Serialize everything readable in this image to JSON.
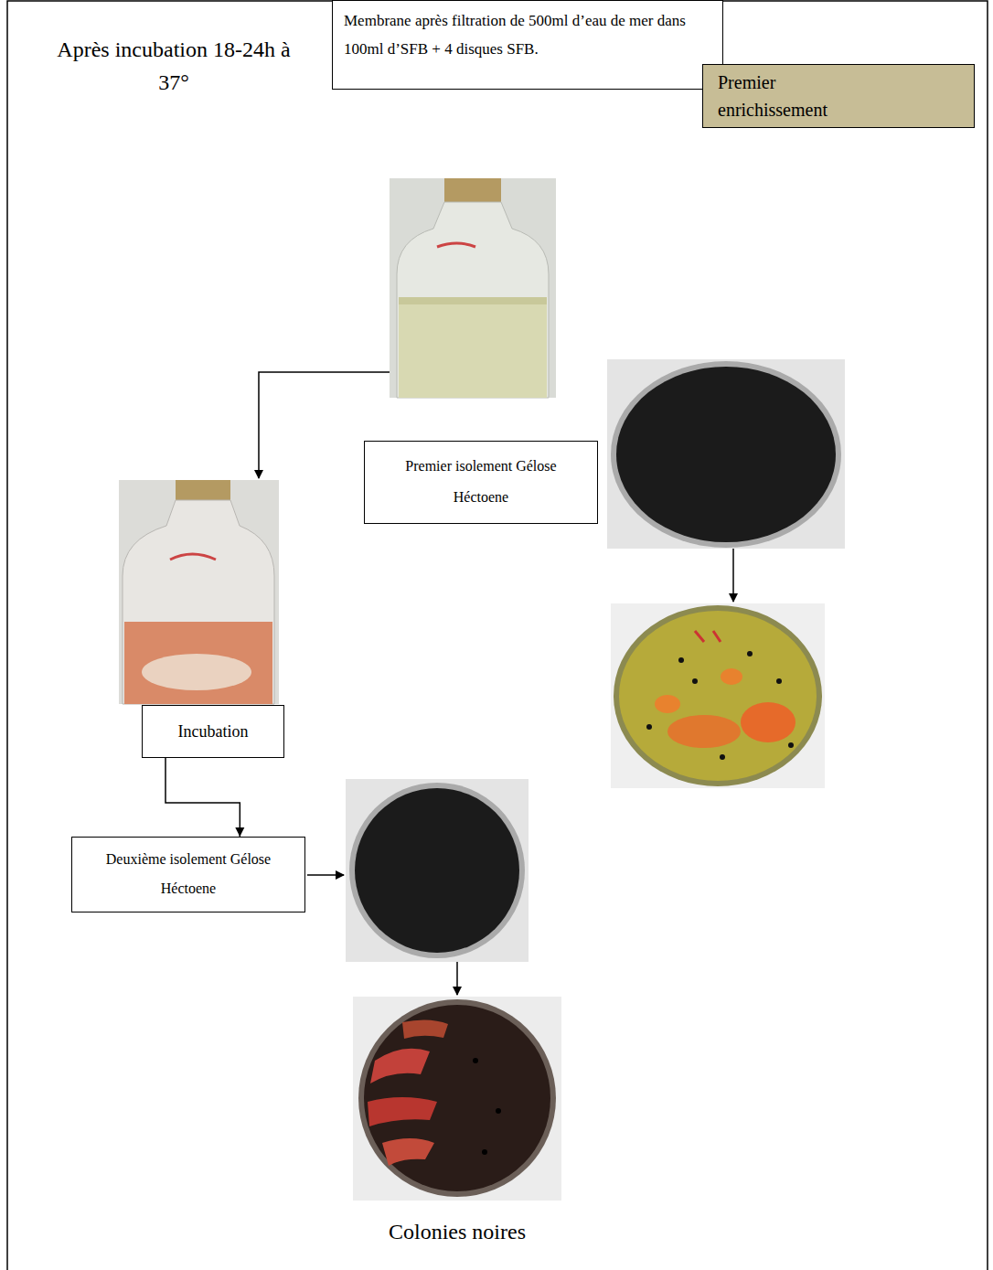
{
  "diagram": {
    "nodes": [
      {
        "text": [
          "Membrane après filtration de 500ml d’eau de mer dans 100ml d’SFB + 4 disques SFB."
        ]
      },
      {
        "text": [
          "Premier enrichissement"
        ]
      },
      {
        "text": [
          "Premier isolement Gélose Héctoene"
        ]
      },
      {
        "text": [
          "Incubation"
        ]
      },
      {
        "text": [
          "Deuxième isolement Gélose Héctoene"
        ]
      }
    ],
    "edges": [
      {
        "from": 3,
        "to": 4,
        "arrow": "to"
      }
    ],
    "labels": [
      "Après incubation 18-24h à 37°",
      "Colonies noires"
    ]
  }
}
